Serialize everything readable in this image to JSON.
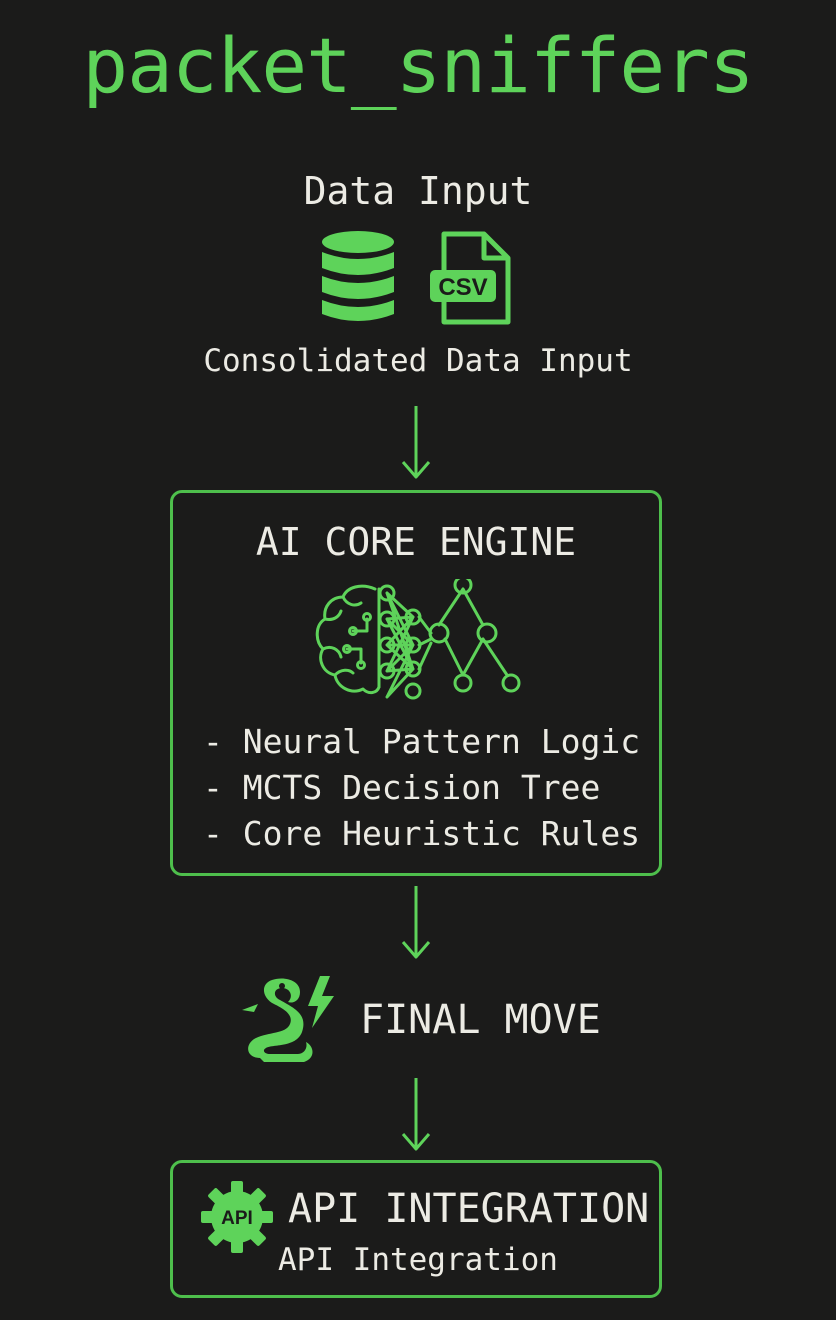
{
  "title": "packet_sniffers",
  "data_input": {
    "heading": "Data Input",
    "csv_badge": "CSV",
    "caption": "Consolidated Data Input"
  },
  "core_engine": {
    "title": "AI CORE ENGINE",
    "items": [
      "- Neural Pattern Logic",
      "- MCTS Decision Tree",
      "- Core Heuristic Rules"
    ]
  },
  "final_move": {
    "label": "FINAL MOVE"
  },
  "api": {
    "badge": "API",
    "title": "API INTEGRATION",
    "subtitle": "API Integration"
  },
  "colors": {
    "accent": "#5ed35a",
    "border": "#4ebf4c",
    "text": "#ecebe4",
    "background": "#1b1b1a"
  },
  "icons": [
    "database-icon",
    "csv-file-icon",
    "brain-network-icon",
    "decision-tree-icon",
    "snake-lightning-icon",
    "api-gear-icon",
    "arrow-down-icon"
  ]
}
